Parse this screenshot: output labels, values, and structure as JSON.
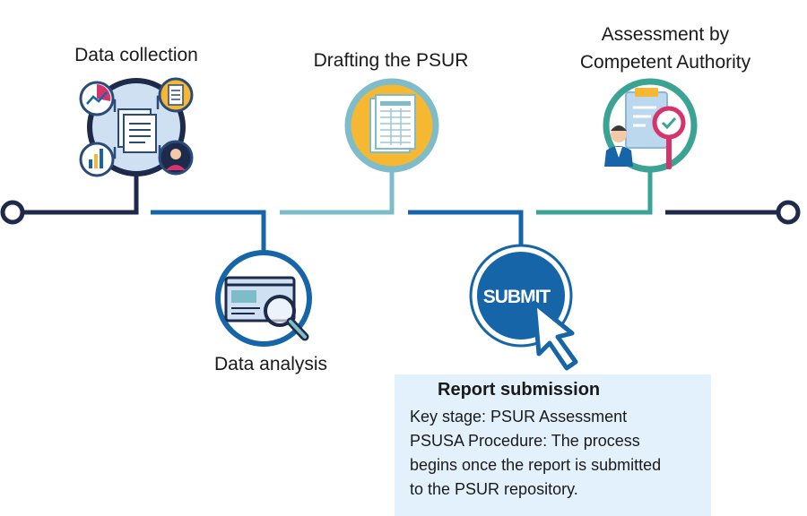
{
  "stages": {
    "data_collection": "Data collection",
    "drafting": "Drafting the PSUR",
    "assessment_line1": "Assessment by",
    "assessment_line2": "Competent Authority",
    "data_analysis": "Data analysis"
  },
  "submit_button_text": "SUBMIT",
  "info_box": {
    "title": "Report submission",
    "lines": [
      "Key stage: PSUR Assessment",
      "PSUSA Procedure: The process",
      "begins once the report is submitted",
      "to the PSUR repository."
    ]
  },
  "colors": {
    "navy": "#1e2a4a",
    "blue": "#1565a8",
    "light_teal": "#7fbcc9",
    "teal": "#3aa394",
    "yellow": "#f6b733",
    "pink": "#d6336c",
    "info_background": "#e3f1fc"
  },
  "icons": [
    "documents-network-icon",
    "form-document-icon",
    "clipboard-magnifier-icon",
    "browser-magnifier-icon",
    "cursor-arrow-icon"
  ]
}
